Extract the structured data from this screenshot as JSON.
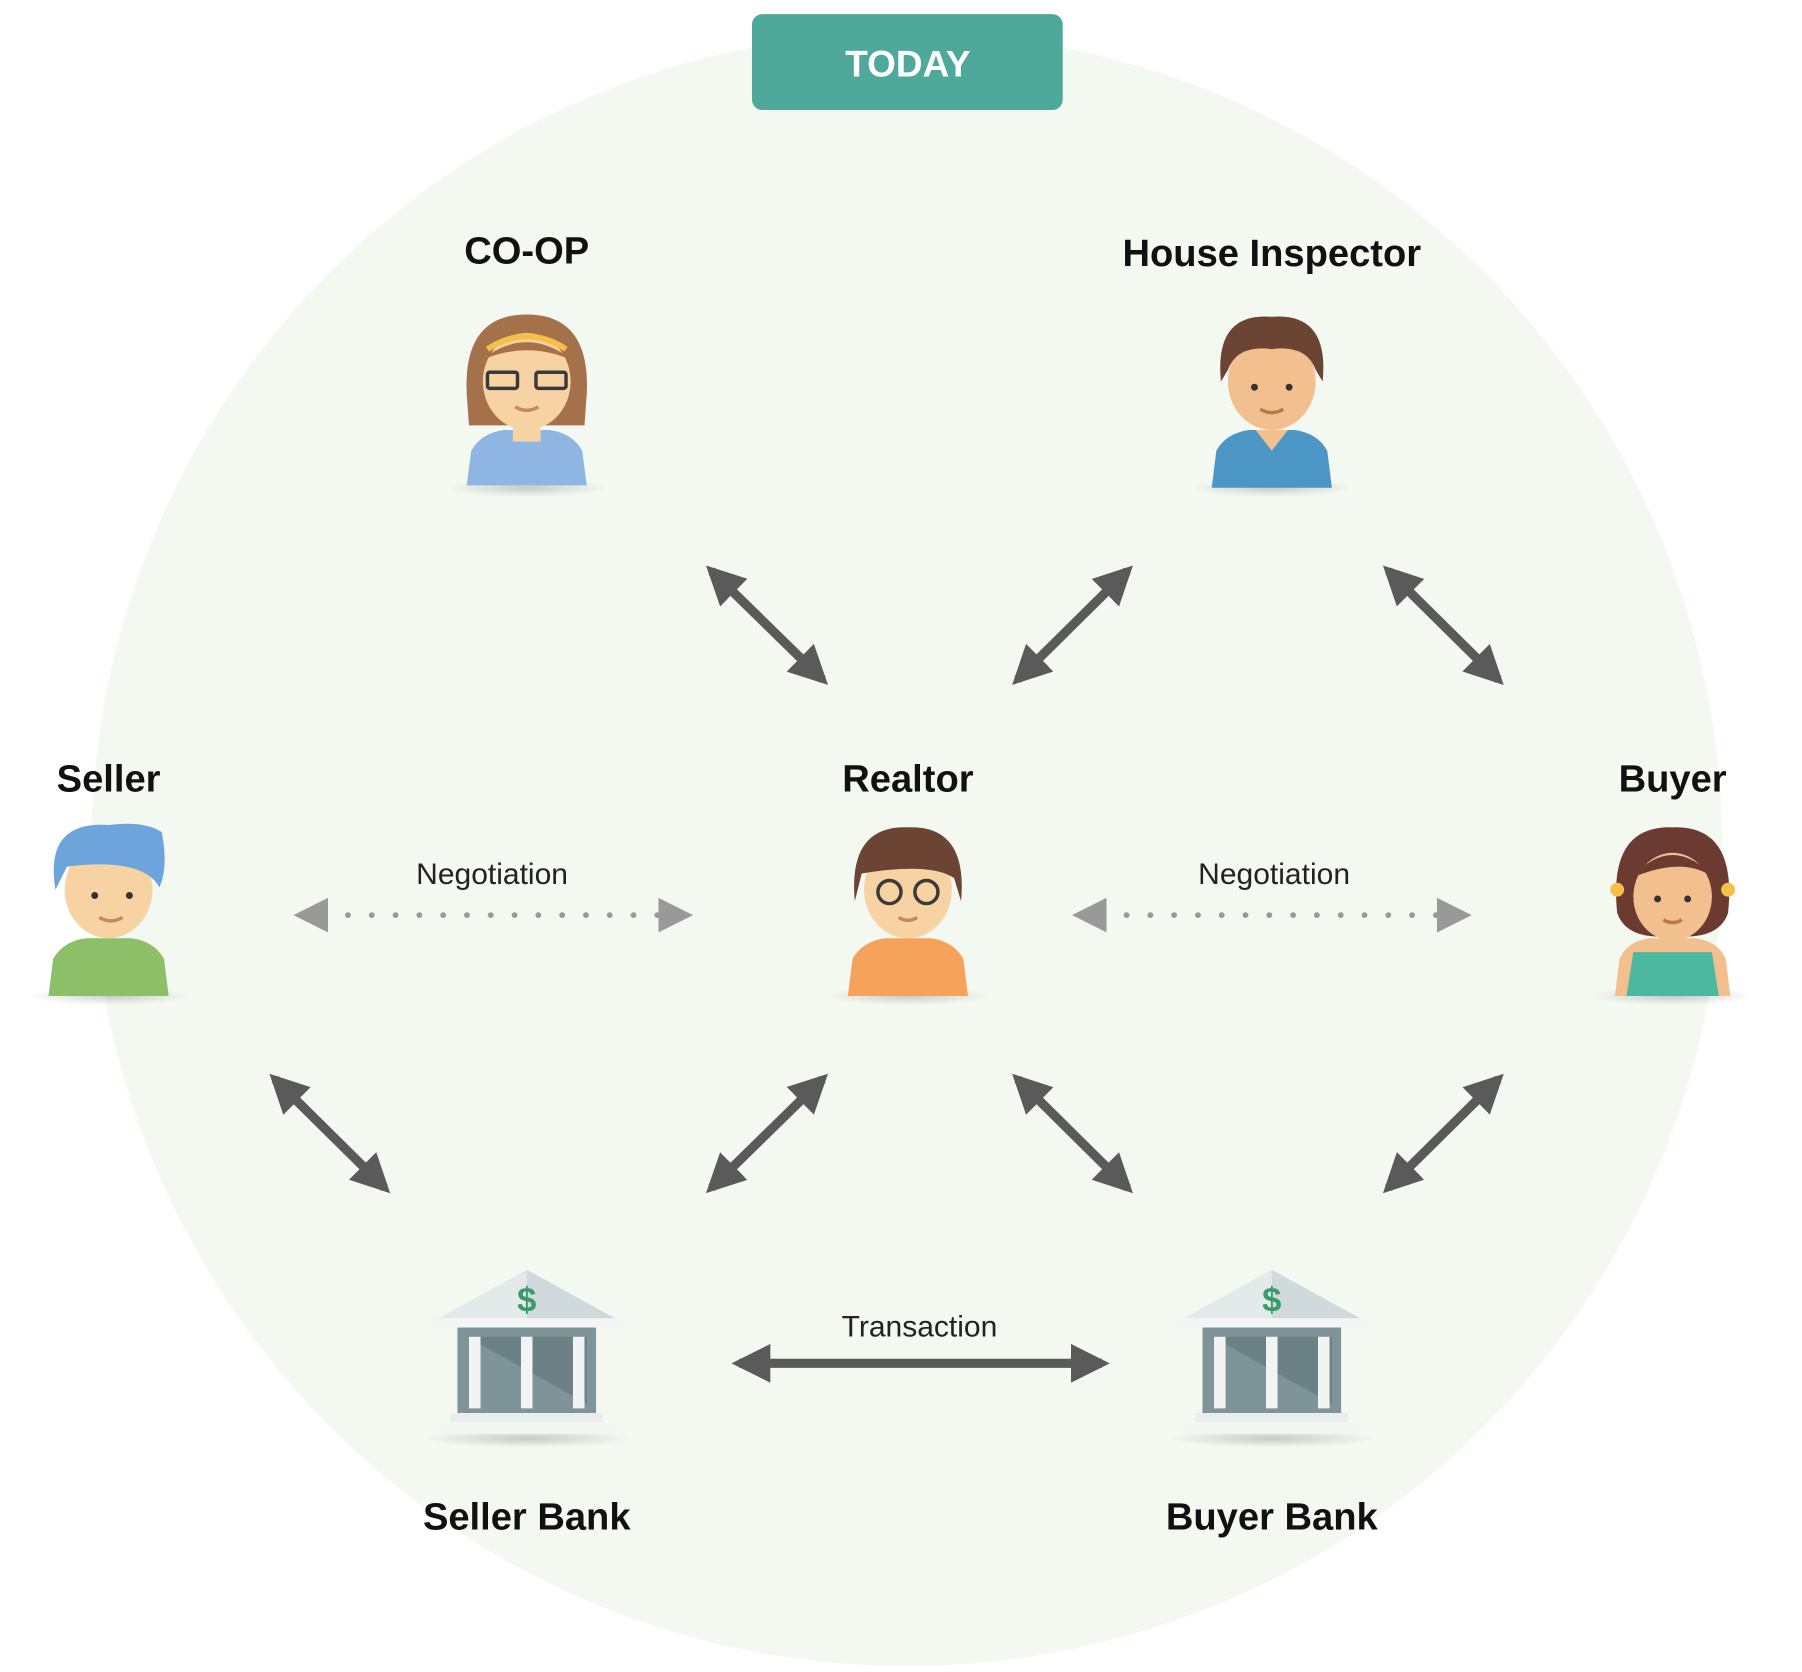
{
  "title": "TODAY",
  "colors": {
    "accent": "#4ea99a",
    "background_circle": "#f3f8f1",
    "arrow": "#5a5a5a",
    "dotted": "#999999"
  },
  "nodes": {
    "coop": "CO-OP",
    "inspector": "House Inspector",
    "seller": "Seller",
    "realtor": "Realtor",
    "buyer": "Buyer",
    "seller_bank": "Seller Bank",
    "buyer_bank": "Buyer Bank"
  },
  "edges": {
    "negotiation_left": "Negotiation",
    "negotiation_right": "Negotiation",
    "transaction": "Transaction"
  }
}
